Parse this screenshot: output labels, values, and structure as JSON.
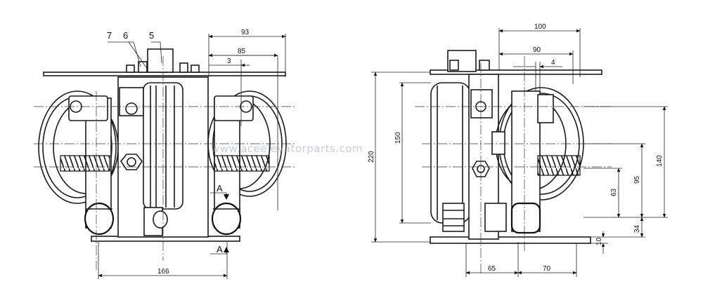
{
  "watermark": "www.aceelevatorparts.com",
  "part_labels": {
    "p7": "7",
    "p6": "6",
    "p5": "5"
  },
  "section_labels": {
    "top": "A",
    "bottom": "A"
  },
  "left_view": {
    "dims": {
      "d93": "93",
      "d85": "85",
      "d3": "3",
      "d166": "166"
    }
  },
  "right_view": {
    "dims": {
      "d100": "100",
      "d90": "90",
      "d4": "4",
      "d220": "220",
      "d150": "150",
      "d140": "140",
      "d95": "95",
      "d63": "63",
      "d34": "34",
      "d10": "10",
      "d65": "65",
      "d70": "70"
    }
  }
}
